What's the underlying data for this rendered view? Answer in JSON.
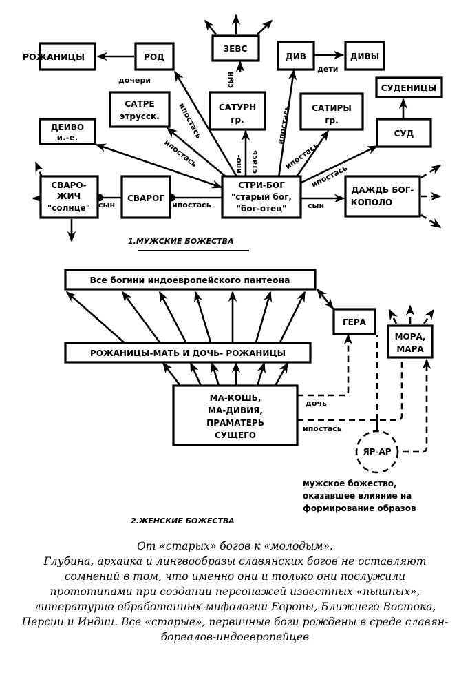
{
  "section1": {
    "heading": "1.МУЖСКИЕ БОЖЕСТВА",
    "nodes": {
      "rozhanitsy": "РОЖАНИЦЫ",
      "rod": "РОД",
      "zevs": "ЗЕВС",
      "div": "ДИВ",
      "divy": "ДИВЫ",
      "sudenitsy": "СУДЕНИЦЫ",
      "satre_1": "САТРЕ",
      "satre_2": "этрусск.",
      "saturn_1": "САТУРН",
      "saturn_2": "гр.",
      "satiry_1": "САТИРЫ",
      "satiry_2": "гр.",
      "sud": "СУД",
      "deivo_1": "ДЕИВО",
      "deivo_2": "и.-е.",
      "svarozhich_1": "СВАРО-",
      "svarozhich_2": "ЖИЧ",
      "svarozhich_3": "\"солнце\"",
      "svarog": "СВАРОГ",
      "stribog_1": "СТРИ-БОГ",
      "stribog_2": "\"старый бог,",
      "stribog_3": "\"бог-отец\"",
      "dazhdbog_1": "ДАЖДЬ БОГ-",
      "dazhdbog_2": "КОПОЛО"
    },
    "edge_labels": {
      "docheri": "дочери",
      "syn_zevs": "сын",
      "deti": "дети",
      "ipostas": "ипостась",
      "ipo": "ипо-",
      "stas": "стась",
      "syn_svarog": "сын",
      "syn_dazhd": "сын"
    }
  },
  "section2": {
    "heading": "2.ЖЕНСКИЕ БОЖЕСТВА",
    "nodes": {
      "vse_bogini": "Все богини индоевропейского пантеона",
      "rozhanitsy_mat": "РОЖАНИЦЫ-МАТЬ И ДОЧЬ- РОЖАНИЦЫ",
      "makosh_1": "МА-КОШЬ,",
      "makosh_2": "МА-ДИВИЯ,",
      "makosh_3": "ПРАМАТЕРЬ",
      "makosh_4": "СУЩЕГО",
      "gera": "ГЕРА",
      "mora_1": "МОРА,",
      "mora_2": "МАРА",
      "yarar": "ЯР-АР"
    },
    "edge_labels": {
      "doch": "дочь",
      "ipostas": "ипостась"
    },
    "note": [
      "мужское божество,",
      "оказавшее влияние на",
      "формирование образов"
    ]
  },
  "caption": [
    "От «старых» богов к «молодым».",
    "Глубина, архаика и лингвообразы славянских богов не оставляют",
    "сомнений в том, что именно они и только они послужили",
    "прототипами при создании персонажей известных «пышных»,",
    "литературно обработанных мифологий Европы, Ближнего Востока,",
    "Персии и Индии. Все «старые», первичные боги рождены в среде славян-",
    "бореалов-индоевропейцев"
  ]
}
